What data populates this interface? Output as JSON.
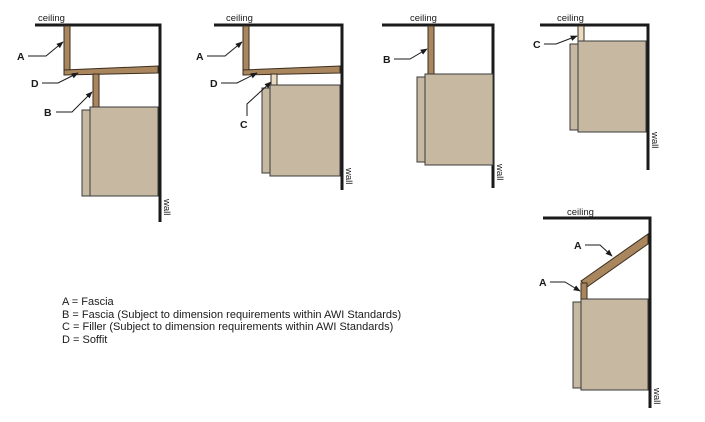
{
  "labels": {
    "ceiling": "ceiling",
    "wall": "wall",
    "A": "A",
    "B": "B",
    "C": "C",
    "D": "D"
  },
  "legend": [
    "A = Fascia",
    "B = Fascia (Subject to dimension requirements within AWI Standards)",
    "C = Filler (Subject to dimension requirements within AWI Standards)",
    "D = Soffit"
  ],
  "colors": {
    "fascia": "#a9865e",
    "filler": "#e8dcc3",
    "cabinet": "#c7b8a2",
    "line": "#1a1a1a"
  }
}
